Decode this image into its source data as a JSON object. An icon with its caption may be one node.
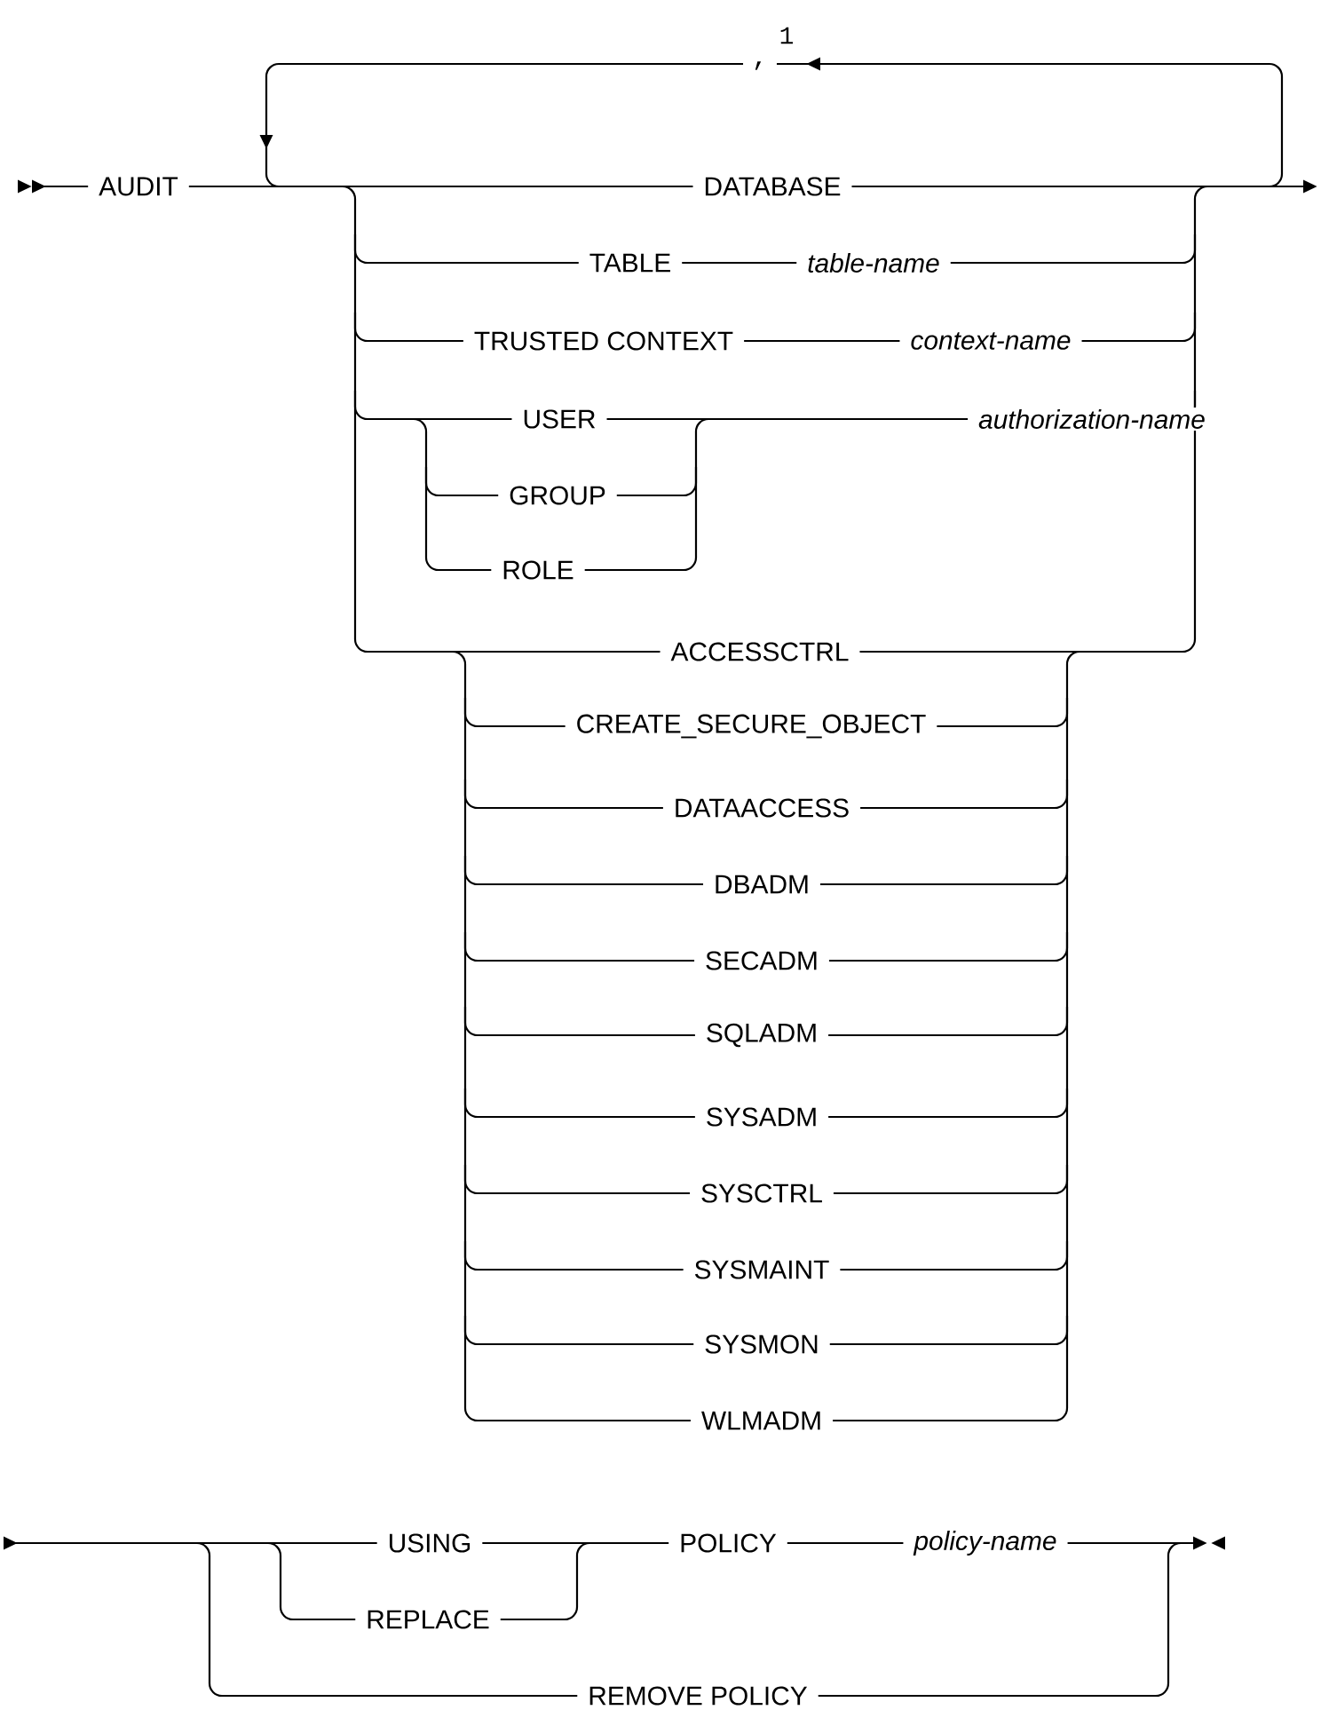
{
  "diagram": {
    "labels": [
      "1",
      ",",
      "AUDIT",
      "DATABASE",
      "TABLE",
      "table-name",
      "TRUSTED CONTEXT",
      "context-name",
      "USER",
      "authorization-name",
      "GROUP",
      "ROLE",
      "ACCESSCTRL",
      "CREATE_SECURE_OBJECT",
      "DATAACCESS",
      "DBADM",
      "SECADM",
      "SQLADM",
      "SYSADM",
      "SYSCTRL",
      "SYSMAINT",
      "SYSMON",
      "WLMADM",
      "USING",
      "POLICY",
      "policy-name",
      "REPLACE",
      "REMOVE POLICY"
    ]
  }
}
